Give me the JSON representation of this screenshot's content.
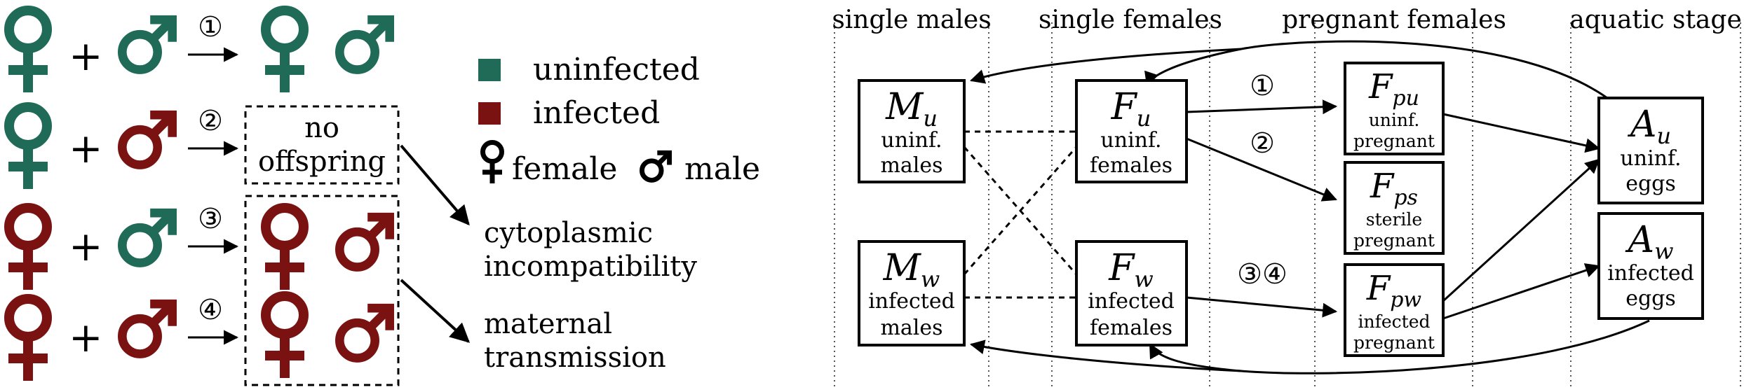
{
  "colors": {
    "uninfected": "#1f6b58",
    "infected": "#7a1212",
    "ink": "#000000"
  },
  "crosses": [
    {
      "id": "1",
      "marker": "①",
      "female": "uninfected",
      "male": "uninfected",
      "offspring": [
        [
          "uninfected",
          "uninfected"
        ]
      ]
    },
    {
      "id": "2",
      "marker": "②",
      "female": "uninfected",
      "male": "infected",
      "offspring_text": [
        "no",
        "offspring"
      ]
    },
    {
      "id": "3",
      "marker": "③",
      "female": "infected",
      "male": "uninfected",
      "offspring": [
        [
          "infected",
          "infected"
        ]
      ]
    },
    {
      "id": "4",
      "marker": "④",
      "female": "infected",
      "male": "infected",
      "offspring": [
        [
          "infected",
          "infected"
        ]
      ]
    }
  ],
  "plus_sign": "+",
  "legend": {
    "uninfected": "uninfected",
    "infected": "infected",
    "female": "female",
    "male": "male"
  },
  "outcomes": {
    "ci": [
      "cytoplasmic",
      "incompatibility"
    ],
    "mt": [
      "maternal",
      "transmission"
    ]
  },
  "columns": [
    "single males",
    "single females",
    "pregnant females",
    "aquatic stage"
  ],
  "nodes": {
    "Mu": {
      "sym": "M",
      "sub": "u",
      "lines": [
        "uninf.",
        "males"
      ]
    },
    "Mw": {
      "sym": "M",
      "sub": "w",
      "lines": [
        "infected",
        "males"
      ]
    },
    "Fu": {
      "sym": "F",
      "sub": "u",
      "lines": [
        "uninf.",
        "females"
      ]
    },
    "Fw": {
      "sym": "F",
      "sub": "w",
      "lines": [
        "infected",
        "females"
      ]
    },
    "Fpu": {
      "sym": "F",
      "sub": "pu",
      "lines": [
        "uninf.",
        "pregnant"
      ]
    },
    "Fps": {
      "sym": "F",
      "sub": "ps",
      "lines": [
        "sterile",
        "pregnant"
      ]
    },
    "Fpw": {
      "sym": "F",
      "sub": "pw",
      "lines": [
        "infected",
        "pregnant"
      ]
    },
    "Au": {
      "sym": "A",
      "sub": "u",
      "lines": [
        "uninf.",
        "eggs"
      ]
    },
    "Aw": {
      "sym": "A",
      "sub": "w",
      "lines": [
        "infected",
        "eggs"
      ]
    }
  },
  "edge_labels": {
    "e1": "①",
    "e2": "②",
    "e34": "③④"
  }
}
